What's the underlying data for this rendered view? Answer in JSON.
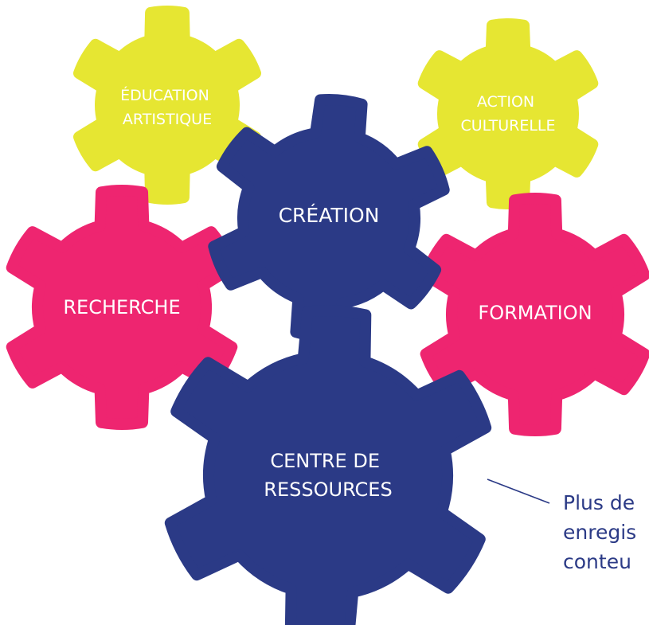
{
  "colors": {
    "yellow": "#e6e632",
    "pink": "#ee2570",
    "navy": "#2b3a86",
    "label": "#ffffff",
    "note": "#2b3a86"
  },
  "gears": {
    "education": {
      "label_lines": [
        "ÉDUCATION",
        "ARTISTIQUE"
      ],
      "color": "yellow"
    },
    "action": {
      "label_lines": [
        "ACTION",
        "CULTURELLE"
      ],
      "color": "yellow"
    },
    "creation": {
      "label_lines": [
        "CRÉATION"
      ],
      "color": "navy"
    },
    "recherche": {
      "label_lines": [
        "RECHERCHE"
      ],
      "color": "pink"
    },
    "formation": {
      "label_lines": [
        "FORMATION"
      ],
      "color": "pink"
    },
    "centre": {
      "label_lines": [
        "CENTRE DE",
        "RESSOURCES"
      ],
      "color": "navy"
    }
  },
  "note": {
    "lines": [
      "Plus de",
      "enregis",
      "conteu"
    ]
  }
}
